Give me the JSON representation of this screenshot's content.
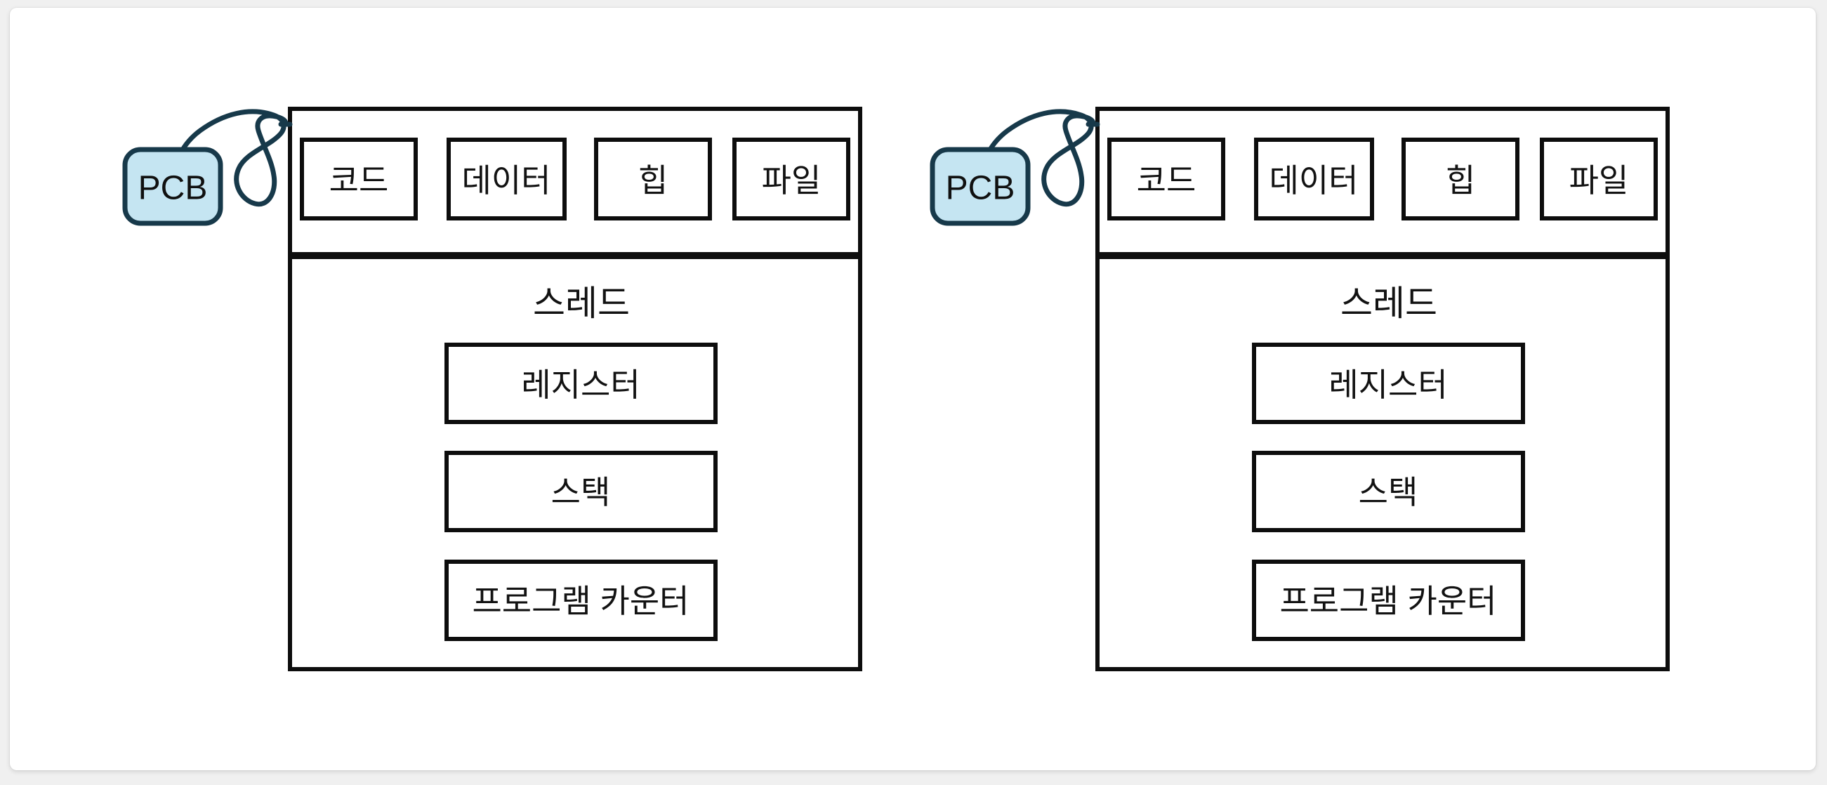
{
  "diagram": {
    "title": "Process and Thread Structure Diagram",
    "background_color": "#f0f0f0",
    "canvas_color": "#ffffff",
    "pcb_fill_color": "#c5e5f2",
    "pcb_stroke_color": "#17394a",
    "box_stroke_color": "#0d0d0d",
    "processes": [
      {
        "id": "process-left",
        "pcb_label": "PCB",
        "memory_segments": [
          {
            "label": "코드"
          },
          {
            "label": "데이터"
          },
          {
            "label": "힙"
          },
          {
            "label": "파일"
          }
        ],
        "thread": {
          "title": "스레드",
          "components": [
            {
              "label": "레지스터"
            },
            {
              "label": "스택"
            },
            {
              "label": "프로그램 카운터"
            }
          ]
        }
      },
      {
        "id": "process-right",
        "pcb_label": "PCB",
        "memory_segments": [
          {
            "label": "코드"
          },
          {
            "label": "데이터"
          },
          {
            "label": "힙"
          },
          {
            "label": "파일"
          }
        ],
        "thread": {
          "title": "스레드",
          "components": [
            {
              "label": "레지스터"
            },
            {
              "label": "스택"
            },
            {
              "label": "프로그램 카운터"
            }
          ]
        }
      }
    ]
  }
}
